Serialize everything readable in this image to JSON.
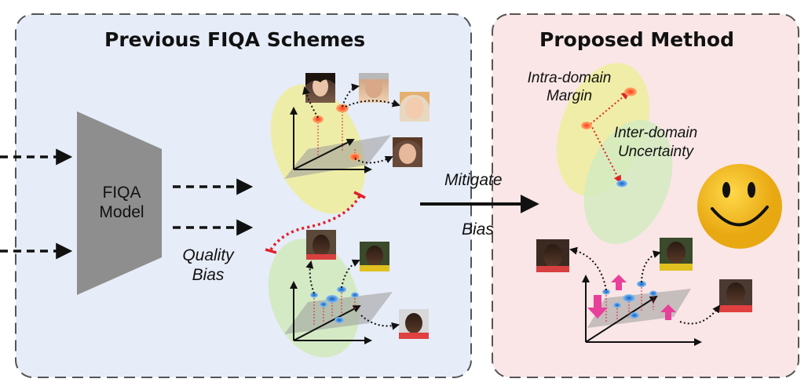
{
  "left_panel": {
    "title": "Previous FIQA Schemes"
  },
  "right_panel": {
    "title": "Proposed Method"
  },
  "model": {
    "line1": "FIQA",
    "line2": "Model"
  },
  "quality_bias": {
    "line1": "Quality",
    "line2": "Bias"
  },
  "mitigate": {
    "line1": "Mitigate",
    "line2": "Bias"
  },
  "intra_domain": {
    "line1": "Intra-domain",
    "line2": "Margin"
  },
  "inter_domain": {
    "line1": "Inter-domain",
    "line2": "Uncertainty"
  },
  "colors": {
    "left_bg": "#e6ecf8",
    "right_bg": "#fae6e6",
    "yellow_domain": "#eeeda3",
    "green_domain": "#d3eac1",
    "orange_point": "#f4802e",
    "blue_point": "#2e86e0",
    "margin_line": "#e0202a",
    "bias_arrow": "#e8409a",
    "smiley": "#f6c21a"
  },
  "icons": [
    "face-photo",
    "smiley-icon",
    "3d-axes"
  ]
}
